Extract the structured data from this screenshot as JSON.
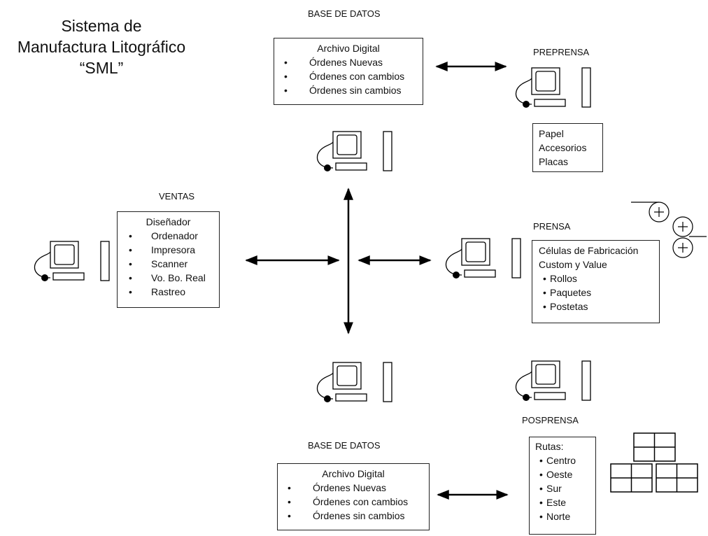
{
  "title": {
    "line1": "Sistema de",
    "line2": "Manufactura Litográfico",
    "line3": "“SML”"
  },
  "db_top": {
    "label": "BASE DE DATOS",
    "header": "Archivo Digital",
    "items": [
      "Órdenes Nuevas",
      "Órdenes con cambios",
      "Órdenes sin cambios"
    ]
  },
  "preprensa": {
    "label": "PREPRENSA",
    "items": [
      "Papel",
      "Accesorios",
      "Placas"
    ]
  },
  "ventas": {
    "label": "VENTAS",
    "header": "Diseñador",
    "items": [
      "Ordenador",
      "Impresora",
      "Scanner",
      "Vo. Bo. Real",
      "Rastreo"
    ]
  },
  "prensa": {
    "label": "PRENSA",
    "header1": "Células de Fabricación",
    "header2": "Custom y Value",
    "items": [
      "Rollos",
      "Paquetes",
      "Postetas"
    ]
  },
  "posprensa": {
    "label": "POSPRENSA",
    "header": "Rutas:",
    "items": [
      "Centro",
      "Oeste",
      "Sur",
      "Este",
      "Norte"
    ]
  },
  "db_bottom": {
    "label": "BASE DE DATOS",
    "header": "Archivo Digital",
    "items": [
      "Órdenes Nuevas",
      "Órdenes con cambios",
      "Órdenes sin cambios"
    ]
  }
}
